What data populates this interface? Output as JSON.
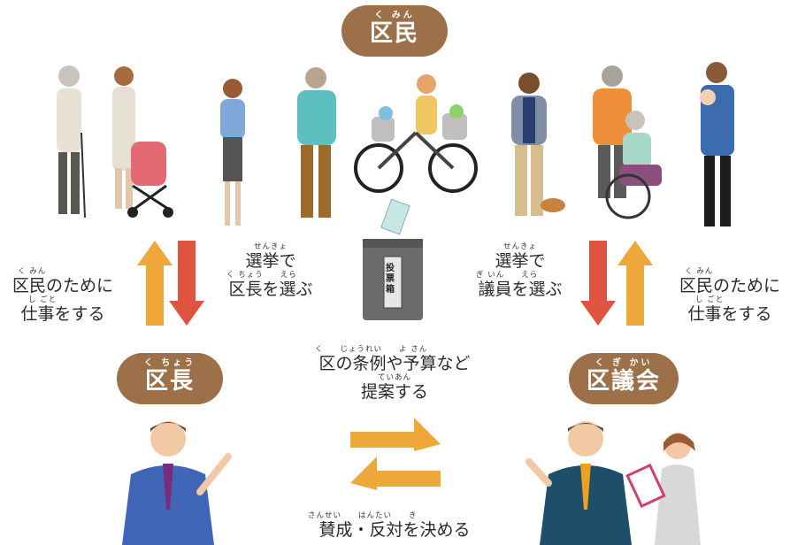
{
  "nodes": {
    "residents": {
      "ruby": "く みん",
      "label": "区民"
    },
    "mayor": {
      "ruby": "く ちょう",
      "label": "区長"
    },
    "assembly": {
      "ruby": "く ぎ かい",
      "label": "区議会"
    }
  },
  "ballot_box": {
    "label": "投票箱"
  },
  "labels": {
    "left_service": {
      "ruby1": "く みん",
      "line1": "区民のために",
      "ruby2": "し ごと",
      "line2": "仕事をする"
    },
    "elect_mayor": {
      "ruby1": "せんきょ",
      "line1": "選挙で",
      "ruby2": "く ちょう　　えら",
      "line2": "区長を選ぶ"
    },
    "elect_members": {
      "ruby1": "せんきょ",
      "line1": "選挙で",
      "ruby2": "ぎ いん　　えら",
      "line2": "議員を選ぶ"
    },
    "right_service": {
      "ruby1": "く みん",
      "line1": "区民のために",
      "ruby2": "し ごと",
      "line2": "仕事をする"
    },
    "propose": {
      "ruby1": "く　　じょうれい　　よ さん",
      "line1": "区の条例や予算など",
      "ruby2": "ていあん",
      "line2": "提案する"
    },
    "vote": {
      "ruby1": "さんせい　　はんたい　　き",
      "line1": "賛成・反対を決める"
    }
  },
  "colors": {
    "brown": "#9c7149",
    "orange": "#eea83a",
    "red": "#df5441",
    "gray_box": "#6b6b6b"
  }
}
